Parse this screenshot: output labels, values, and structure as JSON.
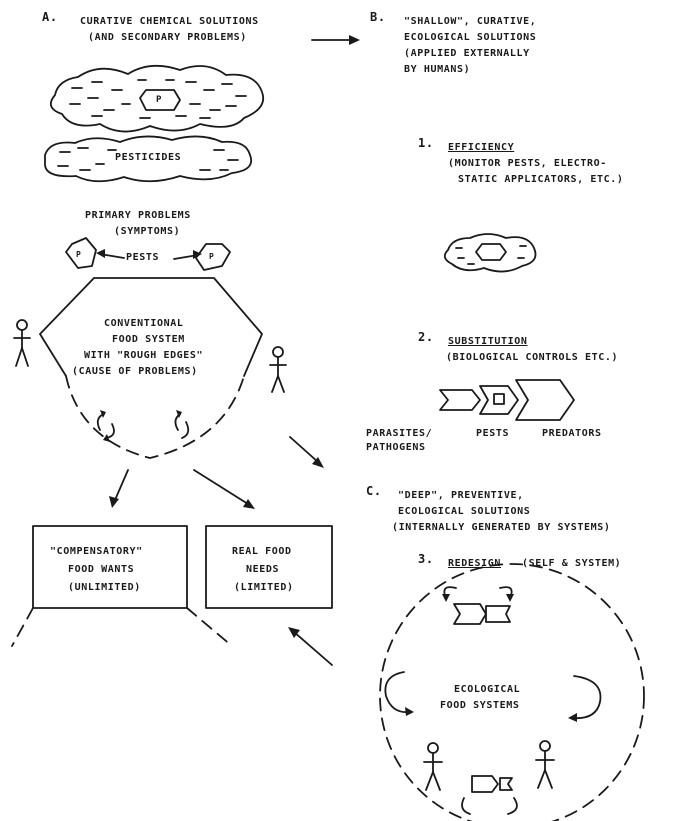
{
  "section_a": {
    "marker": "A.",
    "title_line1": "Curative chemical solutions",
    "title_line2": "(and secondary problems)",
    "cloud_center": "P",
    "cloud_label": "Pesticides"
  },
  "primary": {
    "title": "Primary problems",
    "subtitle": "(symptoms)",
    "pests_label": "Pests",
    "pest_letter": "P"
  },
  "conventional": {
    "line1": "Conventional",
    "line2": "food system",
    "line3": "with \"rough edges\"",
    "line4": "(cause of problems)"
  },
  "wants_box": {
    "line1": "\"Compensatory\"",
    "line2": "food wants",
    "line3": "(unlimited)"
  },
  "needs_box": {
    "line1": "Real food",
    "line2": "needs",
    "line3": "(limited)"
  },
  "section_b": {
    "marker": "B.",
    "line1": "\"Shallow\", curative,",
    "line2": "ecological solutions",
    "line3": "(applied externally",
    "line4": "by humans)"
  },
  "efficiency": {
    "number": "1.",
    "title": "Efficiency",
    "line1": "(monitor pests, electro-",
    "line2": "static applicators, etc.)"
  },
  "substitution": {
    "number": "2.",
    "title": "Substitution",
    "line1": "(biological controls etc.)",
    "label_parasites": "Parasites/",
    "label_pathogens": "pathogens",
    "label_pests": "Pests",
    "label_predators": "Predators"
  },
  "section_c": {
    "marker": "C.",
    "line1": "\"Deep\", preventive,",
    "line2": "ecological solutions",
    "line3": "(internally generated by systems)"
  },
  "redesign": {
    "number": "3.",
    "title": "Redesign",
    "suffix": "(self & system)",
    "eco_line1": "Ecological",
    "eco_line2": "food systems"
  }
}
